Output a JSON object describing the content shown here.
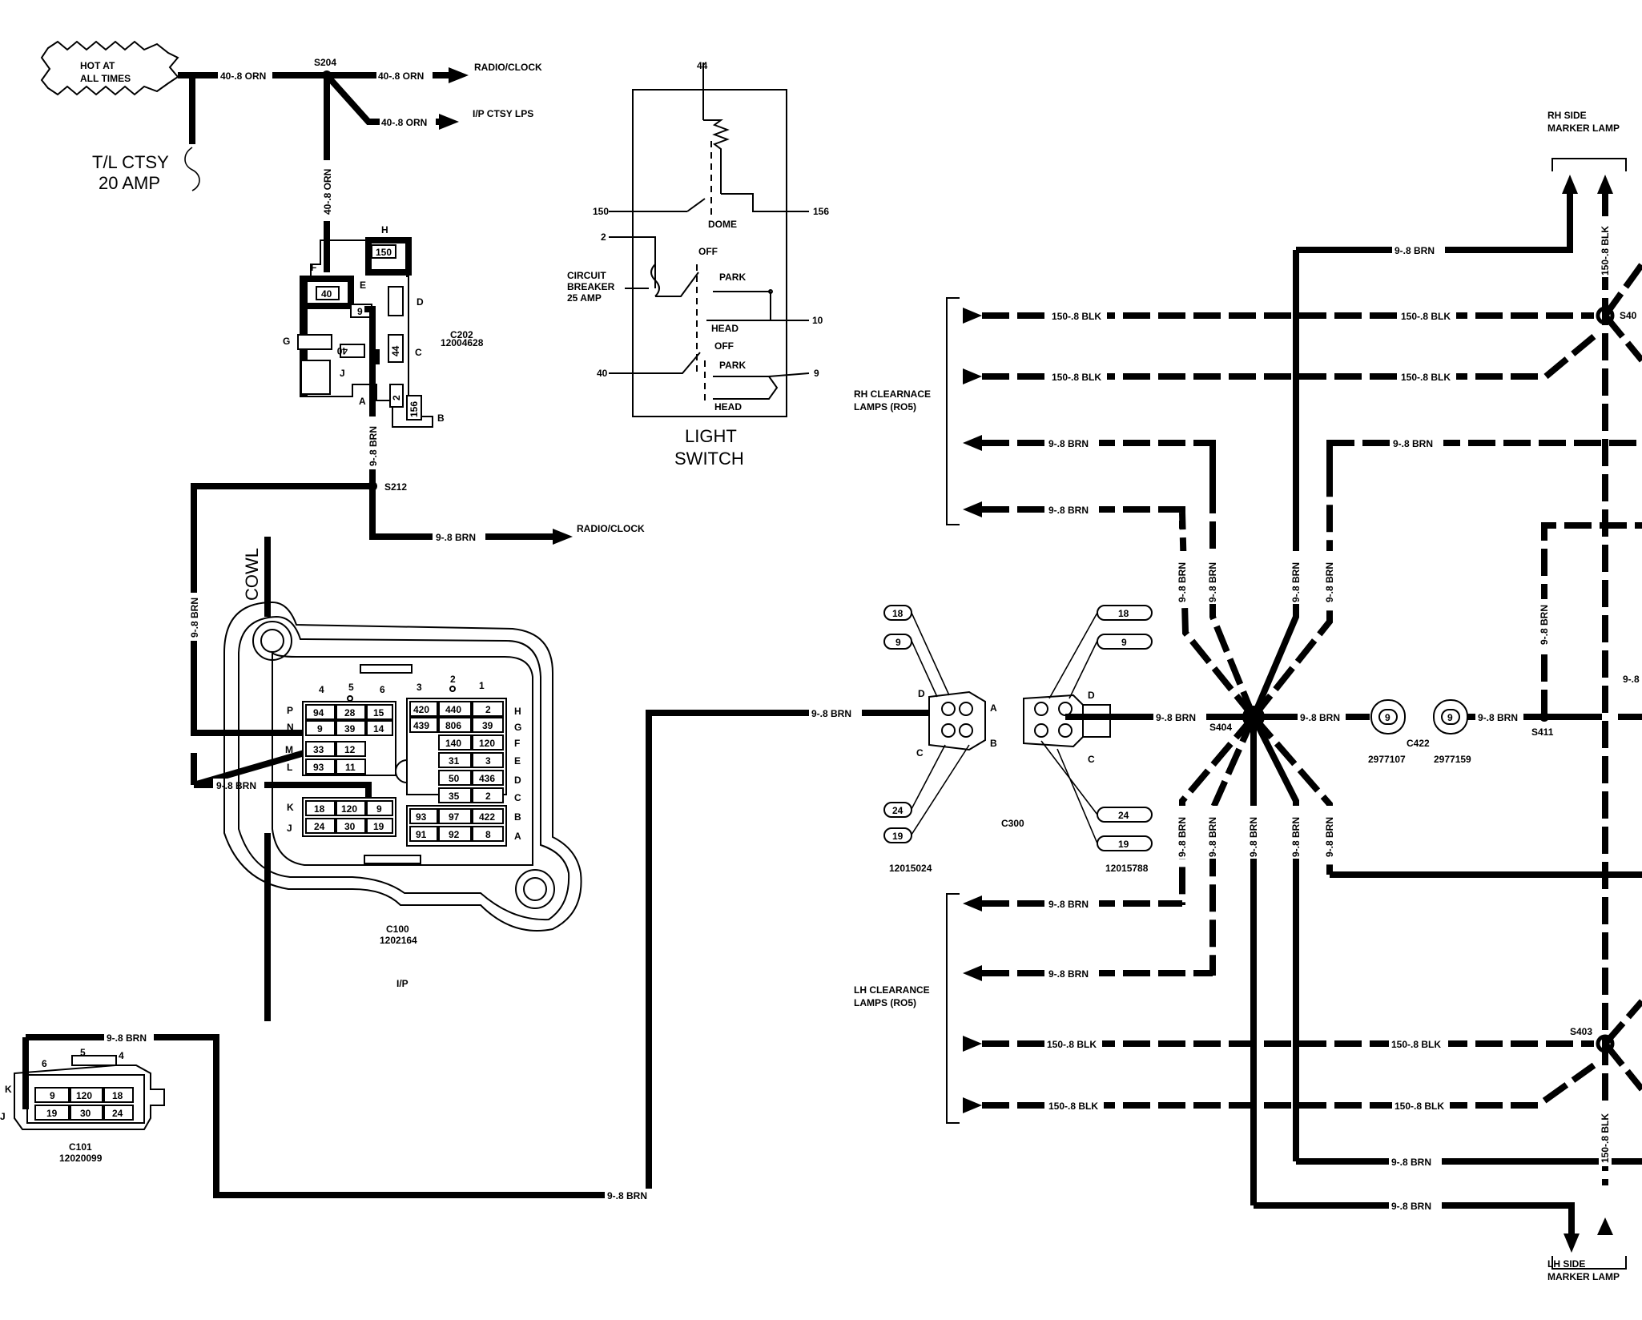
{
  "hot_label": [
    "HOT AT",
    "ALL TIMES"
  ],
  "fuse": [
    "T/L CTSY",
    "20 AMP"
  ],
  "splices": {
    "s204": "S204",
    "s212": "S212",
    "s404": "S404",
    "s411": "S411",
    "s403": "S403",
    "s40x": "S40"
  },
  "wires": {
    "orn": "40-.8 ORN",
    "brn": "9-.8 BRN",
    "blk": "150-.8 BLK"
  },
  "destinations": {
    "radio1": "RADIO/CLOCK",
    "ip_ctsy": "I/P CTSY LPS",
    "radio2": "RADIO/CLOCK"
  },
  "c202": {
    "name": "C202",
    "part": "12004628",
    "letters": [
      "H",
      "F",
      "E",
      "D",
      "C",
      "G",
      "J",
      "A",
      "B"
    ],
    "cells": [
      "150",
      "40",
      "9",
      "44",
      "40",
      "2",
      "156"
    ]
  },
  "light_switch": {
    "title": [
      "LIGHT",
      "SWITCH"
    ],
    "terminals": [
      "44",
      "150",
      "156",
      "2",
      "10",
      "40",
      "9"
    ],
    "labels": [
      "DOME",
      "OFF",
      "PARK",
      "HEAD",
      "OFF",
      "PARK",
      "HEAD"
    ],
    "breaker": [
      "CIRCUIT",
      "BREAKER",
      "25 AMP"
    ]
  },
  "cowl": "COWL",
  "c100": {
    "name": "C100",
    "part": "1202164",
    "loc": "I/P",
    "col_nums": [
      "4",
      "5",
      "6",
      "3",
      "2",
      "1"
    ],
    "row_left": [
      "P",
      "N",
      "M",
      "L",
      "K",
      "J"
    ],
    "row_right": [
      "H",
      "G",
      "F",
      "E",
      "D",
      "C",
      "B",
      "A"
    ],
    "left_top": [
      [
        "94",
        "28",
        "15"
      ],
      [
        "9",
        "39",
        "14"
      ],
      [
        "33",
        "12"
      ],
      [
        "93",
        "11"
      ]
    ],
    "left_bottom": [
      [
        "18",
        "120",
        "9"
      ],
      [
        "24",
        "30",
        "19"
      ]
    ],
    "right_top": [
      [
        "420",
        "440",
        "2"
      ],
      [
        "439",
        "806",
        "39"
      ],
      [
        "140",
        "120"
      ],
      [
        "31",
        "3"
      ],
      [
        "50",
        "436"
      ],
      [
        "35",
        "2"
      ]
    ],
    "right_bottom": [
      [
        "93",
        "97",
        "422"
      ],
      [
        "91",
        "92",
        "8"
      ]
    ]
  },
  "c101": {
    "name": "C101",
    "part": "12020099",
    "nums": [
      "5",
      "4",
      "6"
    ],
    "letters": [
      "K",
      "J"
    ],
    "cells": [
      "9",
      "120",
      "18",
      "19",
      "30",
      "24"
    ]
  },
  "c300": {
    "name": "C300",
    "left_part": "12015024",
    "right_part": "12015788",
    "left_cells": [
      "18",
      "9",
      "24",
      "19"
    ],
    "right_cells": [
      "18",
      "9",
      "24",
      "19"
    ],
    "pins": [
      "D",
      "A",
      "C",
      "B",
      "D",
      "C"
    ]
  },
  "c422": {
    "name": "C422",
    "parts": [
      "2977107",
      "2977159"
    ],
    "cells": [
      "9",
      "9"
    ]
  },
  "rh_side": [
    "RH SIDE",
    "MARKER LAMP"
  ],
  "lh_side": [
    "LH SIDE",
    "MARKER LAMP"
  ],
  "rh_clear": [
    "RH CLEARNACE",
    "LAMPS (RO5)"
  ],
  "lh_clear": [
    "LH CLEARANCE",
    "LAMPS (RO5)"
  ]
}
